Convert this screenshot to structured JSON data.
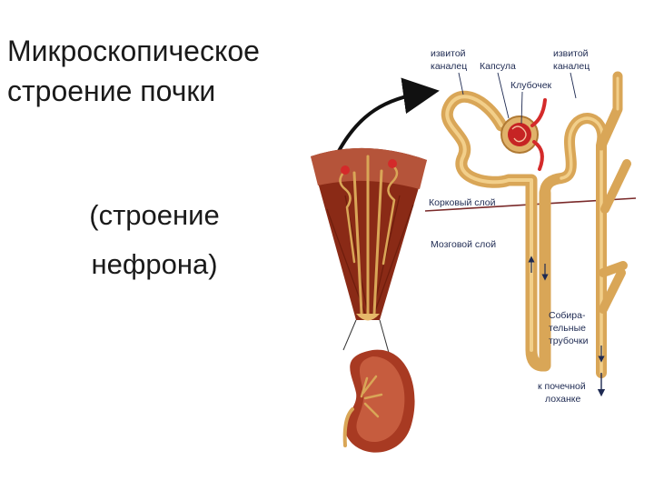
{
  "slide": {
    "title_line1": "Микроскопическое",
    "title_line2": "строение почки",
    "subtitle_line1": "(строение",
    "subtitle_line2": "нефрона)"
  },
  "labels": {
    "tubule_left_line1": "извитой",
    "tubule_left_line2": "каналец",
    "capsule": "Капсула",
    "glomerulus": "Клубочек",
    "tubule_right_line1": "извитой",
    "tubule_right_line2": "каналец",
    "cortex": "Корковый слой",
    "medulla": "Мозговой слой",
    "collecting_line1": "Собира-",
    "collecting_line2": "тельные",
    "collecting_line3": "трубочки",
    "pelvis_line1": "к почечной",
    "pelvis_line2": "лоханке"
  },
  "colors": {
    "tubule": "#d9a657",
    "tissue_dark": "#8a2a16",
    "tissue_light": "#b5543a",
    "vessel": "#d42a2a",
    "text": "#1a1a1a",
    "label_text": "#1e2a52"
  }
}
